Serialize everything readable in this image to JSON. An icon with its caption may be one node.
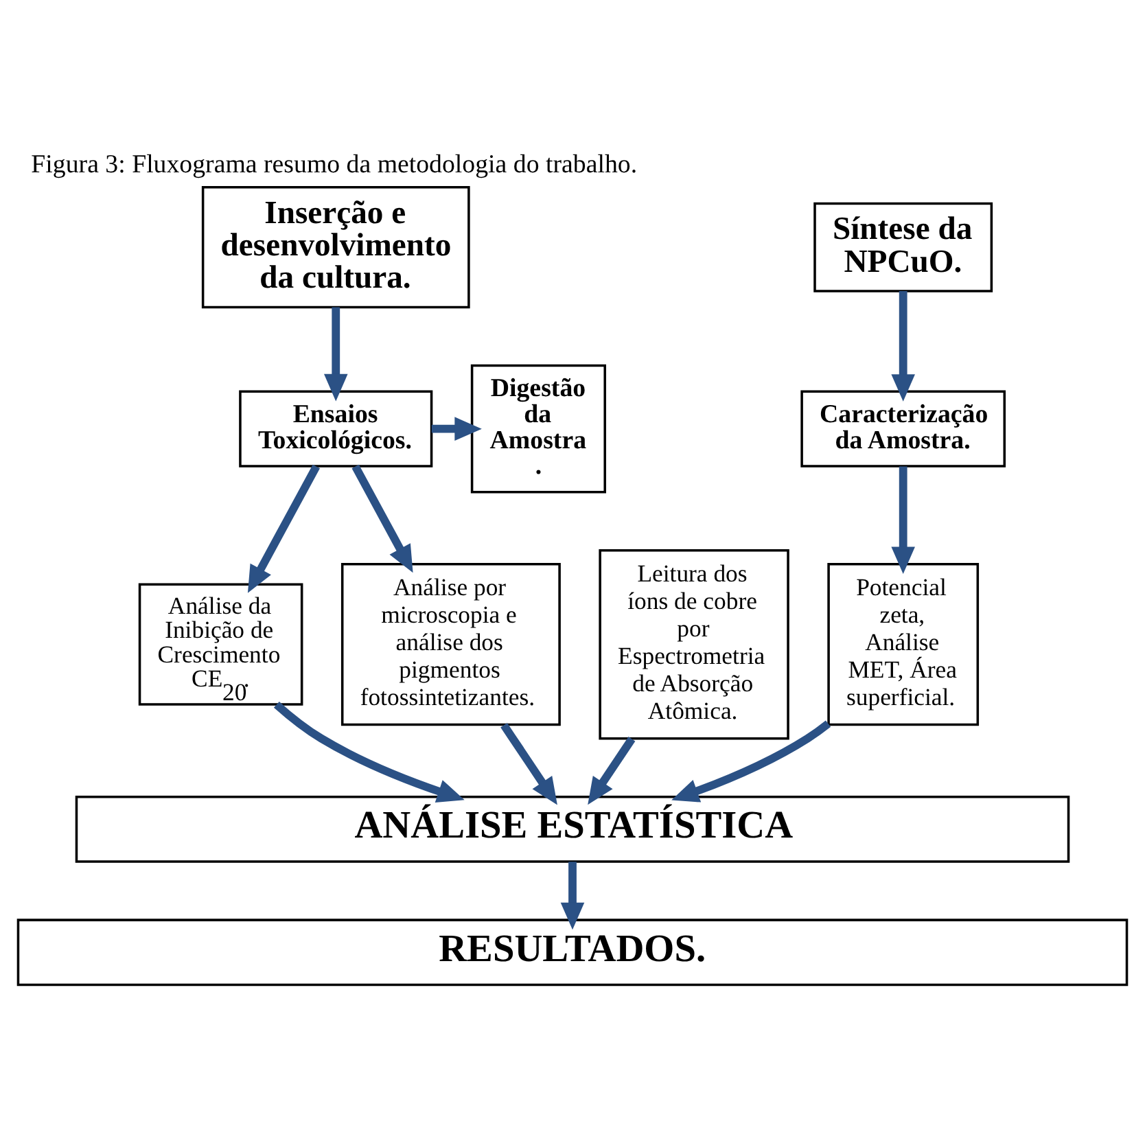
{
  "diagram": {
    "title": "Figura 3: Fluxograma resumo da metodologia do trabalho.",
    "nodes": [
      {
        "text": [
          "Inserção e desenvolvimento da cultura."
        ]
      },
      {
        "text": [
          "Síntese da NPCuO."
        ]
      },
      {
        "text": [
          "Digestão da Amostra ."
        ]
      },
      {
        "text": [
          "Ensaios Toxicológicos."
        ]
      },
      {
        "text": [
          "Caracterização da Amostra."
        ]
      },
      {
        "text": [
          "Leitura dos íons de cobre por Espectrometria de Absorção Atômica."
        ]
      },
      {
        "text": [
          "Análise da Inibição de Crescimento CE$_{20}$."
        ]
      },
      {
        "text": [
          "Análise por microscopia e análise dos pigmentos fotossintetizantes."
        ]
      },
      {
        "text": [
          "Potencial zeta, Análise MET, Área superficial."
        ]
      },
      {
        "text": [
          "ANÁLISE ESTATÍSTICA"
        ]
      },
      {
        "text": [
          "RESULTADOS."
        ]
      }
    ],
    "edges": [
      {
        "from": 0,
        "to": 3,
        "arrow": "to"
      },
      {
        "from": 1,
        "to": 4,
        "arrow": "to"
      },
      {
        "from": 3,
        "to": 2,
        "arrow": "to"
      },
      {
        "from": 3,
        "to": 6,
        "arrow": "to"
      },
      {
        "from": 3,
        "to": 7,
        "arrow": "to"
      },
      {
        "from": 4,
        "to": 8,
        "arrow": "to"
      },
      {
        "from": 5,
        "to": 9,
        "arrow": "to"
      },
      {
        "from": 6,
        "to": 9,
        "arrow": "to"
      },
      {
        "from": 7,
        "to": 9,
        "arrow": "to"
      },
      {
        "from": 8,
        "to": 9,
        "arrow": "to"
      },
      {
        "from": 9,
        "to": 10,
        "arrow": "to"
      }
    ]
  }
}
